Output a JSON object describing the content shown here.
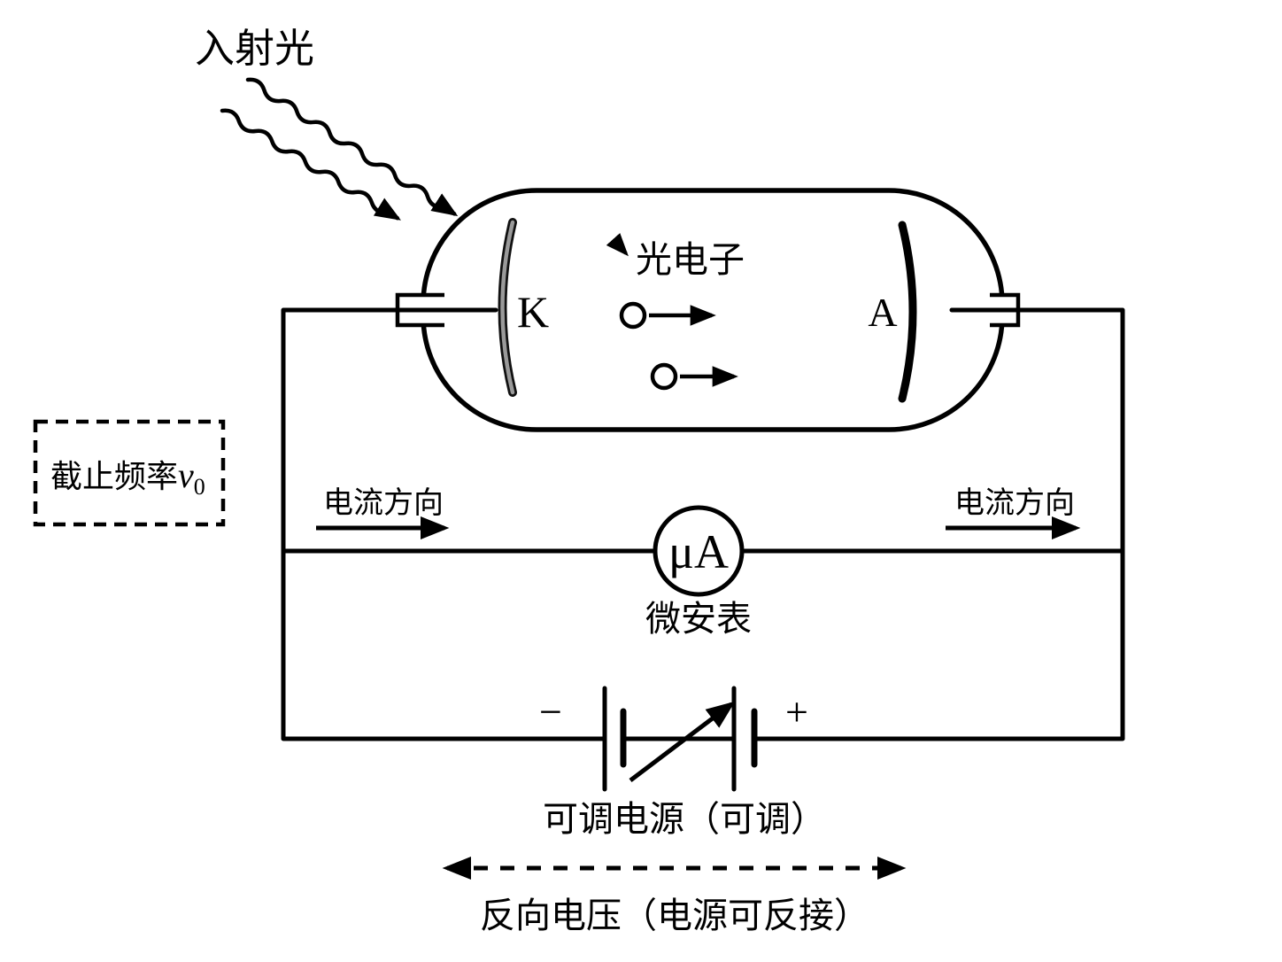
{
  "diagram": {
    "incident_light_label": "入射光",
    "photoelectron_label": "光电子",
    "cathode_label": "K",
    "anode_label": "A",
    "cutoff_box": {
      "prefix": "截止频率",
      "symbol": "v",
      "subscript": "0"
    },
    "current_direction_left": "电流方向",
    "current_direction_right": "电流方向",
    "meter": {
      "symbol": "μA",
      "label": "微安表"
    },
    "battery": {
      "minus_sign": "−",
      "plus_sign": "+",
      "label": "可调电源（可调）"
    },
    "reverse_voltage_label": "反向电压（电源可反接）",
    "colors": {
      "line": "#000000",
      "background": "#ffffff",
      "cathode_core": "#9a9a9a"
    }
  }
}
